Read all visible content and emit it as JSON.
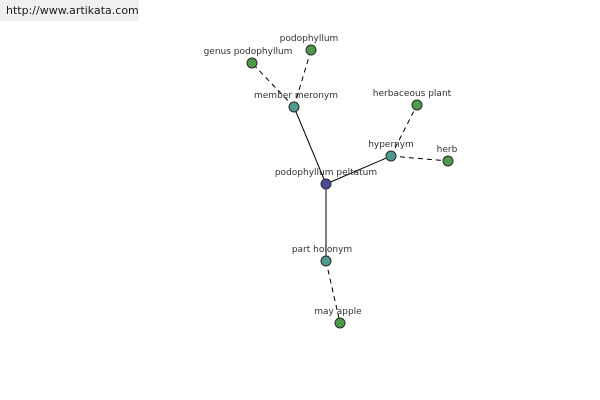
{
  "source_link": {
    "text": "http://www.artikata.com"
  },
  "colors": {
    "root": "#4a4f9a",
    "relation": "#4f9a8e",
    "leaf": "#4f9a4a"
  },
  "graph": {
    "nodes": [
      {
        "id": "root",
        "label": "podophyllum peltatum",
        "kind": "root"
      },
      {
        "id": "member-meronym",
        "label": "member meronym",
        "kind": "relation"
      },
      {
        "id": "hypernym",
        "label": "hypernym",
        "kind": "relation"
      },
      {
        "id": "part-holonym",
        "label": "part holonym",
        "kind": "relation"
      },
      {
        "id": "genus-podophyllum",
        "label": "genus podophyllum",
        "kind": "leaf"
      },
      {
        "id": "podophyllum",
        "label": "podophyllum",
        "kind": "leaf"
      },
      {
        "id": "herbaceous-plant",
        "label": "herbaceous plant",
        "kind": "leaf"
      },
      {
        "id": "herb",
        "label": "herb",
        "kind": "leaf"
      },
      {
        "id": "may-apple",
        "label": "may apple",
        "kind": "leaf"
      }
    ],
    "edges": [
      {
        "from": "root",
        "to": "member-meronym",
        "style": "solid"
      },
      {
        "from": "root",
        "to": "hypernym",
        "style": "solid"
      },
      {
        "from": "root",
        "to": "part-holonym",
        "style": "solid"
      },
      {
        "from": "member-meronym",
        "to": "genus-podophyllum",
        "style": "dashed"
      },
      {
        "from": "member-meronym",
        "to": "podophyllum",
        "style": "dashed"
      },
      {
        "from": "hypernym",
        "to": "herbaceous-plant",
        "style": "dashed"
      },
      {
        "from": "hypernym",
        "to": "herb",
        "style": "dashed"
      },
      {
        "from": "part-holonym",
        "to": "may-apple",
        "style": "dashed"
      }
    ]
  }
}
